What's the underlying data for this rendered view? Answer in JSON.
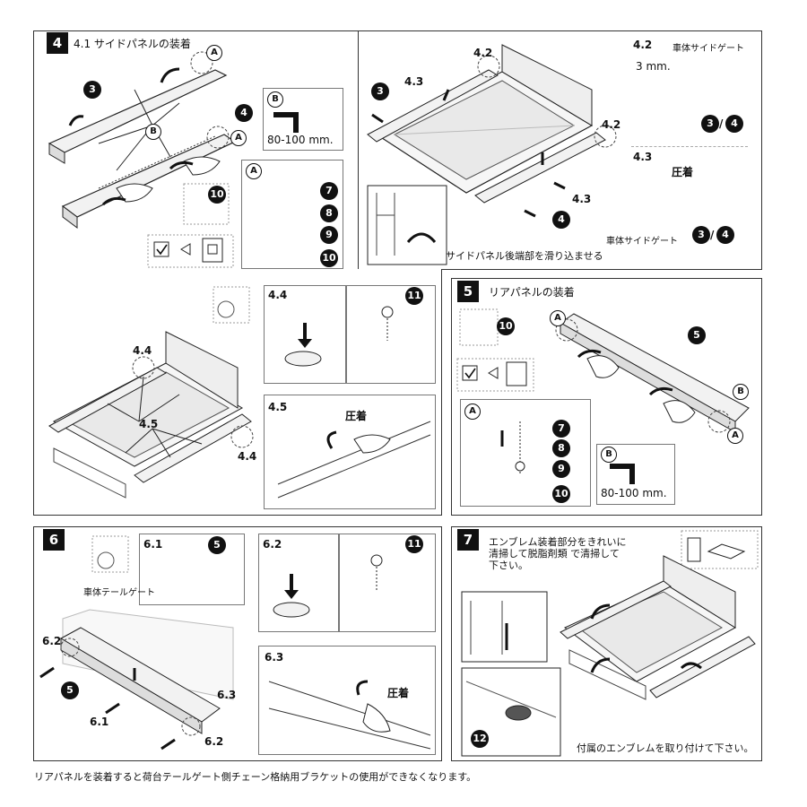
{
  "step4": {
    "badge": "4",
    "title": "4.1  サイドパネルの装着",
    "s42": "4.2",
    "s43": "4.3",
    "gate_label": "車体サイドゲート",
    "gap": "3 mm.",
    "press": "圧着",
    "slide_note": "サイドパネル後端部を滑り込ませる",
    "dist": "80-100 mm.",
    "s44": "4.4",
    "s45": "4.5",
    "s34": "/"
  },
  "step5": {
    "badge": "5",
    "title": "リアパネルの装着",
    "dist": "80-100 mm."
  },
  "step6": {
    "badge": "6",
    "s61": "6.1",
    "s62": "6.2",
    "s63": "6.3",
    "tail_label": "車体テールゲート",
    "press": "圧着"
  },
  "step7": {
    "badge": "7",
    "instruction": "エンブレム装着部分をきれいに\n清掃して脱脂剤類  で清掃して\n下さい。",
    "emblem_note": "付属のエンブレムを取り付けて下さい。"
  },
  "parts": {
    "n3": "3",
    "n4": "4",
    "n5": "5",
    "n7": "7",
    "n8": "8",
    "n9": "9",
    "n10": "10",
    "n11": "11",
    "n12": "12",
    "A": "A",
    "B": "B"
  },
  "footer": "リアパネルを装着すると荷台テールゲート側チェーン格納用ブラケットの使用ができなくなります。"
}
